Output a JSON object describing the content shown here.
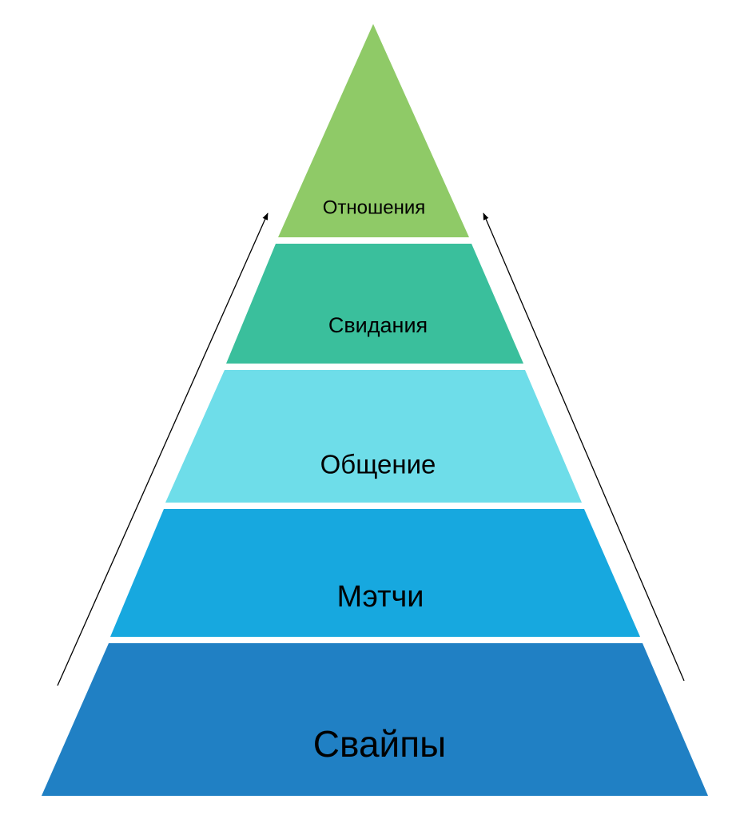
{
  "diagram": {
    "type": "pyramid",
    "direction_arrows": "upward on both sides",
    "layers": [
      {
        "label": "Отношения",
        "color": "#8fca67"
      },
      {
        "label": "Свидания",
        "color": "#3abf9c"
      },
      {
        "label": "Общение",
        "color": "#6edde9"
      },
      {
        "label": "Мэтчи",
        "color": "#17a8df"
      },
      {
        "label": "Свайпы",
        "color": "#2080c4"
      }
    ]
  }
}
